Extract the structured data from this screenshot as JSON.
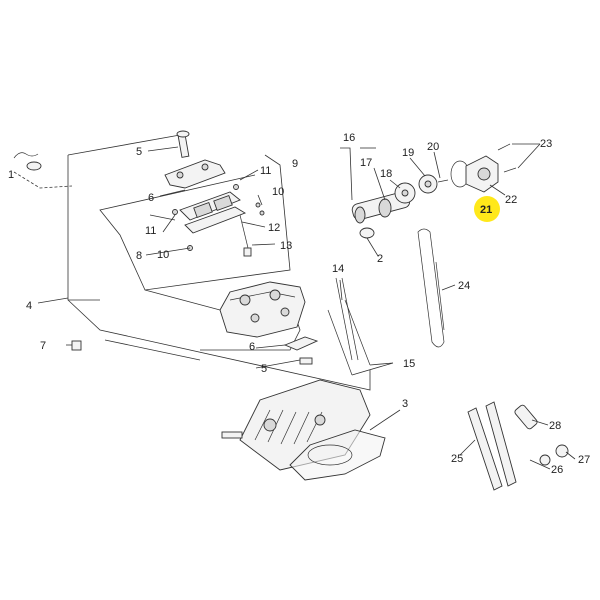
{
  "highlight": {
    "label": "21",
    "color": "#ffe81a"
  },
  "labels": [
    {
      "id": "1",
      "text": "1"
    },
    {
      "id": "2",
      "text": "2"
    },
    {
      "id": "3",
      "text": "3"
    },
    {
      "id": "4",
      "text": "4"
    },
    {
      "id": "5a",
      "text": "5"
    },
    {
      "id": "5b",
      "text": "5"
    },
    {
      "id": "6a",
      "text": "6"
    },
    {
      "id": "6b",
      "text": "6"
    },
    {
      "id": "7",
      "text": "7"
    },
    {
      "id": "8",
      "text": "8"
    },
    {
      "id": "9",
      "text": "9"
    },
    {
      "id": "10a",
      "text": "10"
    },
    {
      "id": "10b",
      "text": "10"
    },
    {
      "id": "11a",
      "text": "11"
    },
    {
      "id": "11b",
      "text": "11"
    },
    {
      "id": "12",
      "text": "12"
    },
    {
      "id": "13",
      "text": "13"
    },
    {
      "id": "14",
      "text": "14"
    },
    {
      "id": "15",
      "text": "15"
    },
    {
      "id": "16",
      "text": "16"
    },
    {
      "id": "17",
      "text": "17"
    },
    {
      "id": "18",
      "text": "18"
    },
    {
      "id": "19",
      "text": "19"
    },
    {
      "id": "20",
      "text": "20"
    },
    {
      "id": "22",
      "text": "22"
    },
    {
      "id": "23",
      "text": "23"
    },
    {
      "id": "24",
      "text": "24"
    },
    {
      "id": "25",
      "text": "25"
    },
    {
      "id": "26",
      "text": "26"
    },
    {
      "id": "27",
      "text": "27"
    },
    {
      "id": "28",
      "text": "28"
    }
  ]
}
